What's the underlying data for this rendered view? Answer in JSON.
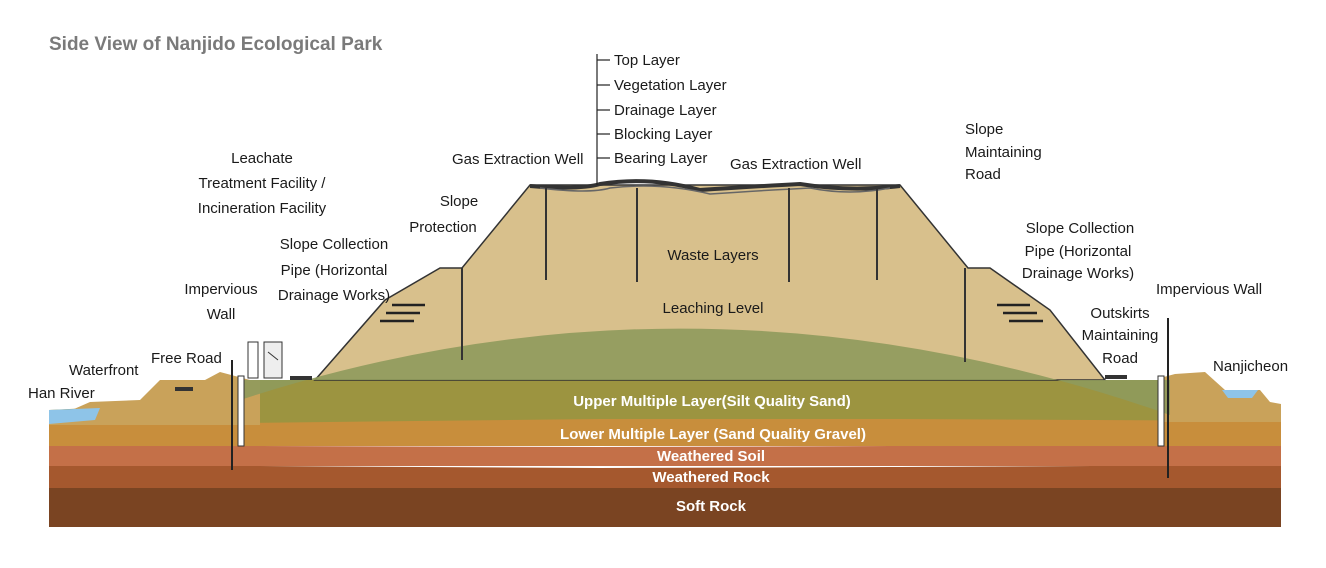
{
  "title": "Side View of Nanjido Ecological Park",
  "layers_top": {
    "top_layer": "Top Layer",
    "vegetation_layer": "Vegetation Layer",
    "drainage_layer": "Drainage Layer",
    "blocking_layer": "Blocking Layer",
    "bearing_layer": "Bearing Layer"
  },
  "labels": {
    "gas_well_left": "Gas Extraction Well",
    "gas_well_right": "Gas Extraction Well",
    "leachate_1": "Leachate",
    "leachate_2": "Treatment Facility  /",
    "leachate_3": "Incineration Facility",
    "slope_protection_1": "Slope",
    "slope_protection_2": "Protection",
    "slope_collection_left_1": "Slope Collection",
    "slope_collection_left_2": "Pipe (Horizontal",
    "slope_collection_left_3": "Drainage Works)",
    "impervious_left_1": "Impervious",
    "impervious_left_2": "Wall",
    "free_road": "Free Road",
    "waterfront": "Waterfront",
    "han_river": "Han River",
    "waste_layers": "Waste Layers",
    "leaching_level": "Leaching Level",
    "slope_road_1": "Slope",
    "slope_road_2": "Maintaining",
    "slope_road_3": "Road",
    "slope_collection_right_1": "Slope Collection",
    "slope_collection_right_2": "Pipe (Horizontal",
    "slope_collection_right_3": "Drainage Works)",
    "impervious_right": "Impervious Wall",
    "outskirts_1": "Outskirts",
    "outskirts_2": "Maintaining",
    "outskirts_3": "Road",
    "nanjicheon": "Nanjicheon"
  },
  "strata": {
    "upper_multiple": "Upper Multiple Layer(Silt Quality Sand)",
    "lower_multiple": "Lower Multiple Layer (Sand Quality Gravel)",
    "weathered_soil": "Weathered Soil",
    "weathered_rock": "Weathered Rock",
    "soft_rock": "Soft Rock"
  },
  "colors": {
    "waste": "#d8c08c",
    "leachate_mound": "#8f9a5c",
    "upper_multiple": "#9c9440",
    "lower_multiple": "#c88e3c",
    "weathered_soil": "#c47048",
    "weathered_rock": "#a5582e",
    "soft_rock": "#7a4422",
    "water": "#8ec4e8"
  }
}
